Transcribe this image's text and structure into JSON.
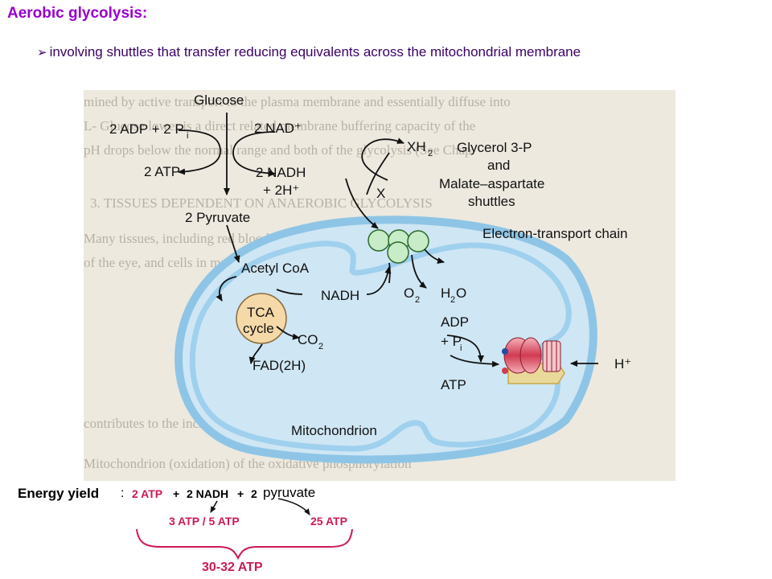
{
  "header": {
    "title": "Aerobic glycolysis:",
    "bullet": "involving shuttles that transfer reducing equivalents across the mitochondrial membrane"
  },
  "diagram": {
    "labels": {
      "glucose": "Glucose",
      "adp_pi": "2 ADP + 2 P",
      "adp_pi_sub": "i",
      "nad": "2 NAD⁺",
      "atp2": "2 ATP",
      "nadh2": "2 NADH",
      "h2": "+ 2H⁺",
      "pyruvate": "2 Pyruvate",
      "xh2": "XH",
      "xh2_sub": "2",
      "x": "X",
      "shuttle1": "Glycerol 3-P",
      "shuttle2": "and",
      "shuttle3": "Malate–aspartate",
      "shuttle4": "shuttles",
      "etc": "Electron-transport chain",
      "acetyl": "Acetyl CoA",
      "nadh": "NADH",
      "o2": "O",
      "o2_sub": "2",
      "h2o": "H",
      "h2o_sub": "2",
      "h2o_end": "O",
      "tca1": "TCA",
      "tca2": "cycle",
      "co2": "CO",
      "co2_sub": "2",
      "fad": "FAD(2H)",
      "adp": "ADP",
      "pi": "+ P",
      "pi_sub": "i",
      "atp": "ATP",
      "hplus": "H⁺",
      "mito": "Mitochondrion"
    },
    "background_lines": [
      "mined by active transport to the plasma membrane and essentially diffuse into",
      "L- Glucose lower is a direct related membrane buffering capacity of the",
      "pH drops below the normal range and both of the glycolysis (See Chap",
      "3.  TISSUES DEPENDENT ON ANAEROBIC GLYCOLYSIS",
      "Many tissues, including red blood cells, NADH",
      "of the eye, and cells in many other cells of the cell all lows for tissue",
      "contributes to the increase in the cell, and other",
      "Mitochondrion (oxidation) of the oxidative phosphorylation"
    ]
  },
  "energy_yield": {
    "label": "Energy yield",
    "colon": ":",
    "term1": "2 ATP",
    "plus1": "+",
    "term2": "2 NADH",
    "plus2": "+",
    "term3": "2",
    "term4": "pyruvate",
    "sub1": "3 ATP / 5 ATP",
    "sub2": "25 ATP",
    "total": "30-32 ATP"
  },
  "colors": {
    "title": "#9900cc",
    "magenta": "#cc1a55",
    "mito_fill": "#cfe6f4",
    "mito_stroke": "#8ec5e6",
    "tca_fill": "#f5d9a8",
    "etc_fill": "#c8ebc8"
  }
}
